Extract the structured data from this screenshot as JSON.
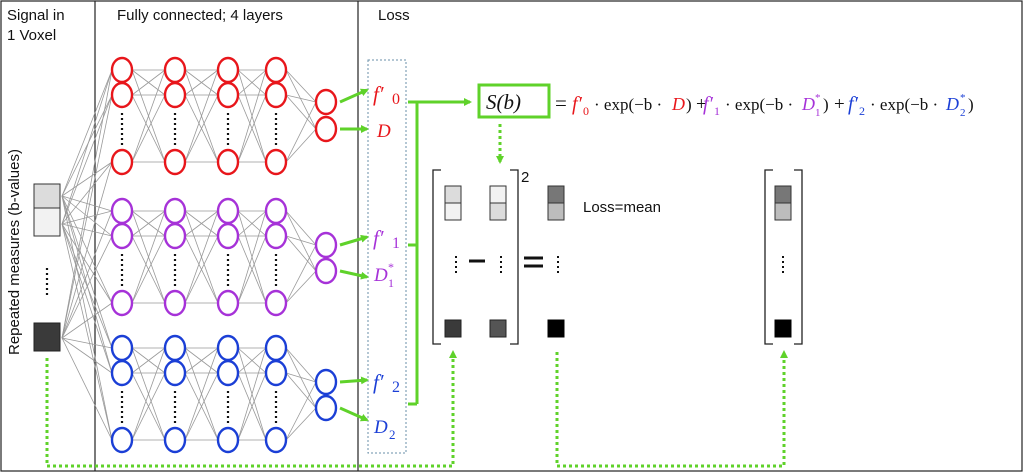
{
  "headers": {
    "signal_line1": "Signal in",
    "signal_line2": "1 Voxel",
    "network": "Fully connected; 4 layers",
    "loss": "Loss"
  },
  "side_label": "Repeated measures (b-values)",
  "outputs": {
    "f0": {
      "main": "f′",
      "sub": "0"
    },
    "D": {
      "main": "D",
      "sub": ""
    },
    "f1": {
      "main": "f′",
      "sub": "1"
    },
    "D1": {
      "main": "D",
      "sub": "1",
      "sup": "*"
    },
    "f2": {
      "main": "f′",
      "sub": "2"
    },
    "D2": {
      "main": "D",
      "sub": "2"
    }
  },
  "equation": {
    "lhs": "S(b)",
    "eq": "=",
    "t1_coef": "f′",
    "t1_sub": "0",
    "t1_mid": "· exp(−b ·",
    "t1_var": "D",
    "t1_end": ")",
    "plus1": "+",
    "t2_coef": "f′",
    "t2_sub": "1",
    "t2_mid": "· exp(−b ·",
    "t2_var": "D",
    "t2_sub_var": "1",
    "t2_sup_var": "*",
    "t2_end": ")",
    "plus2": "+",
    "t3_coef": "f′",
    "t3_sub": "2",
    "t3_mid": "· exp(−b ·",
    "t3_var": "D",
    "t3_sub_var": "2",
    "t3_sup_var": "*",
    "t3_end": ")"
  },
  "loss_text": "Loss=mean",
  "exponent": "2",
  "colors": {
    "red": "#e8161b",
    "purple": "#a632d8",
    "blue": "#1b3fd6",
    "green": "#5fd22a",
    "grey_line": "#999999"
  }
}
